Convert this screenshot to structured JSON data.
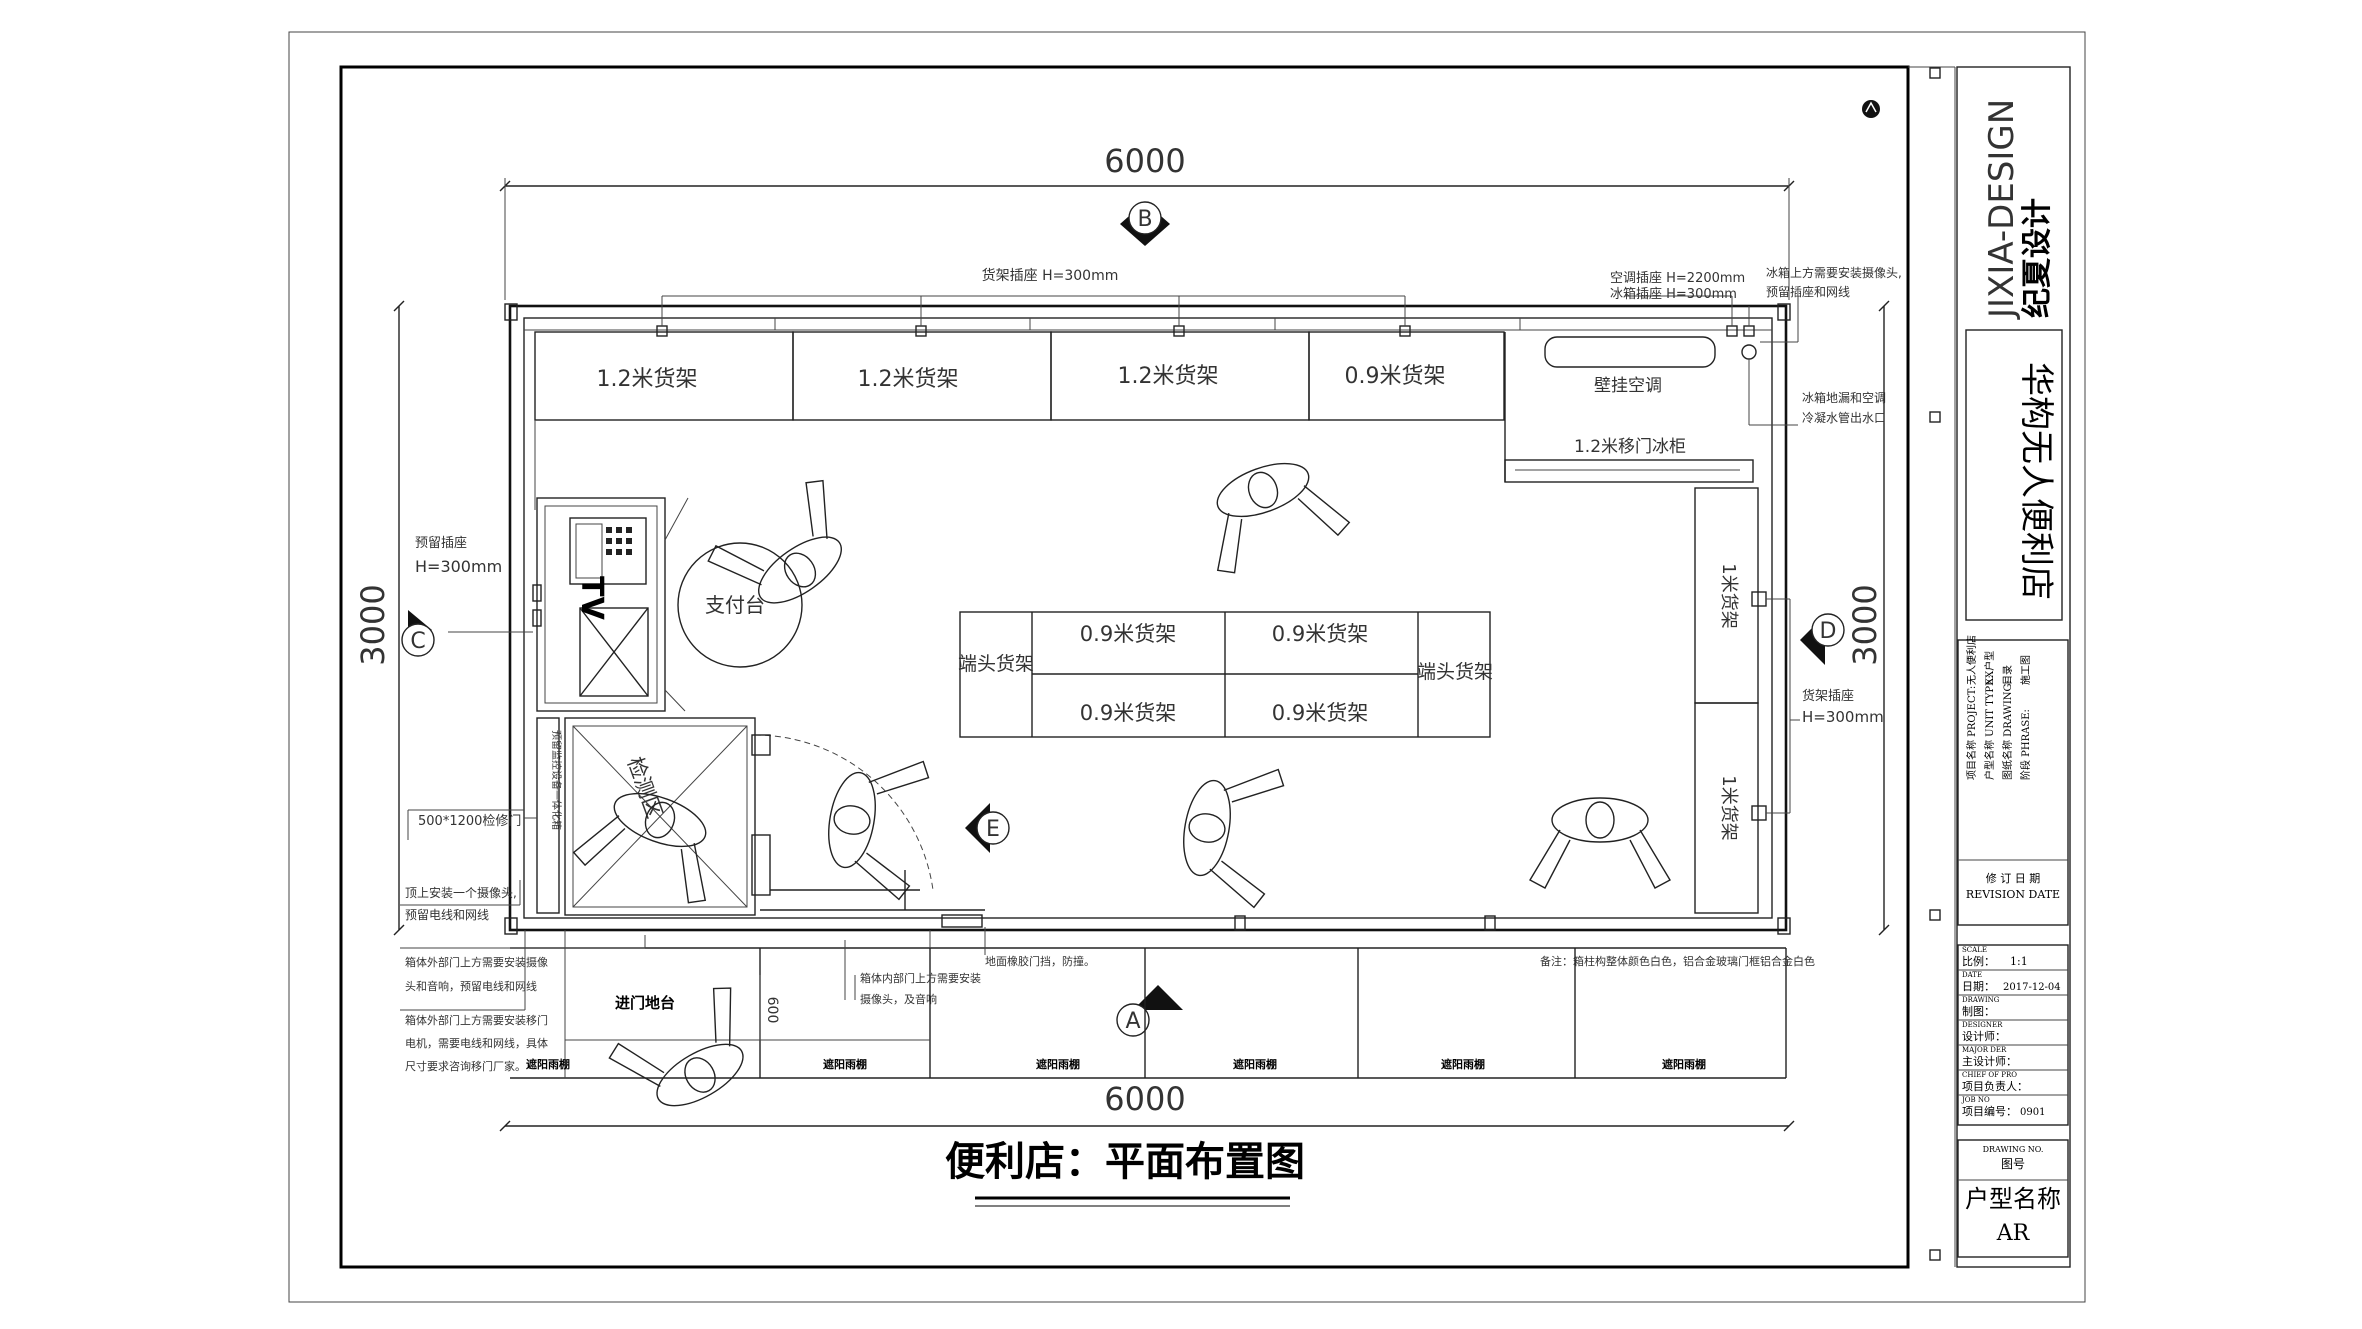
{
  "dims": {
    "top": "6000",
    "bottom": "6000",
    "left": "3000",
    "right": "3000",
    "porch": "600"
  },
  "axes": {
    "a": "A",
    "b": "B",
    "c": "C",
    "d": "D",
    "e": "E"
  },
  "shelves": {
    "top": [
      "1.2米货架",
      "1.2米货架",
      "1.2米货架",
      "0.9米货架"
    ],
    "ac": "壁挂空调",
    "fridge": "1.2米移门冰柜",
    "right1": "1米货架",
    "right2": "1米货架",
    "island": [
      "0.9米货架",
      "0.9米货架",
      "0.9米货架",
      "0.9米货架"
    ],
    "end_left": "端头货架",
    "end_right": "端头货架",
    "pay": "支付台",
    "tv": "TV",
    "check": "检测区"
  },
  "notes": {
    "socket_top": "货架插座 H=300mm",
    "ac_socket": "空调插座 H=2200mm",
    "fridge_socket": "冰箱插座 H=300mm",
    "cam_top_1": "冰箱上方需要安装摄像头,",
    "cam_top_2": "预留插座和网线",
    "drain_1": "冰箱地漏和空调",
    "drain_2": "冷凝水管出水口",
    "socket_left_1": "预留插座",
    "socket_left_2": "H=300mm",
    "socket_right_1": "货架插座",
    "socket_right_2": "H=300mm",
    "access_door": "500*1200检修门",
    "cam_left_1": "顶上安装一个摄像头,",
    "cam_left_2": "预留电线和网线",
    "door_out_1": "箱体外部门上方需要安装摄像",
    "door_out_2": "头和音响，预留电线和网线",
    "door_motor_1": "箱体外部门上方需要安装移门",
    "door_motor_2": "电机，需要电线和网线，具体",
    "door_motor_3": "尺寸要求咨询移门厂家。",
    "door_in_1": "箱体内部门上方需要安装",
    "door_in_2": "摄像头，及音响",
    "floor": "地面橡胶门挡，防撞。",
    "remark": "备注：箱柱构整体颜色白色，铝合金玻璃门框铝合金白色",
    "steps": "进门地台",
    "awnings": [
      "遮阳雨棚",
      "遮阳雨棚",
      "遮阳雨棚",
      "遮阳雨棚",
      "遮阳雨棚",
      "遮阳雨棚"
    ],
    "vertical_1": "预留监控设备一体化箱",
    "vertical_2": "检修门"
  },
  "main_title": "便利店：平面布置图",
  "title_block": {
    "brand_en": "JIXIA-DESIGN",
    "brand_cn": "纪夏设计",
    "project_name": "华构无人便利店",
    "col1": [
      "项目名称 PROJECT:",
      "户型名称 UNIT TYPE:",
      "图纸名称 DRAWING:",
      "阶段 PHRASE:"
    ],
    "col2": [
      "无人便利店",
      "XX户型",
      "目录",
      "施工图"
    ],
    "revision_cn": "修 订 日 期",
    "revision_en": "REVISION DATE",
    "scale_en": "SCALE",
    "scale_cn": "比例：",
    "scale_val": "1:1",
    "date_en": "DATE",
    "date_cn": "日期：",
    "date_val": "2017-12-04",
    "drawing_en": "DRAWING",
    "drawing_cn": "制图：",
    "designer_en": "DESIGNER",
    "designer_cn": "设计师：",
    "major_en": "MAJOR DER",
    "major_cn": "主设计师：",
    "chief_en": "CHIEF OF PRO",
    "chief_cn": "项目负责人：",
    "job_en": "JOB NO",
    "job_cn": "项目编号：",
    "job_val": "0901",
    "drawing_no_en": "DRAWING NO.",
    "drawing_no_cn": "图号",
    "unit_name": "户型名称",
    "unit_code": "AR"
  }
}
